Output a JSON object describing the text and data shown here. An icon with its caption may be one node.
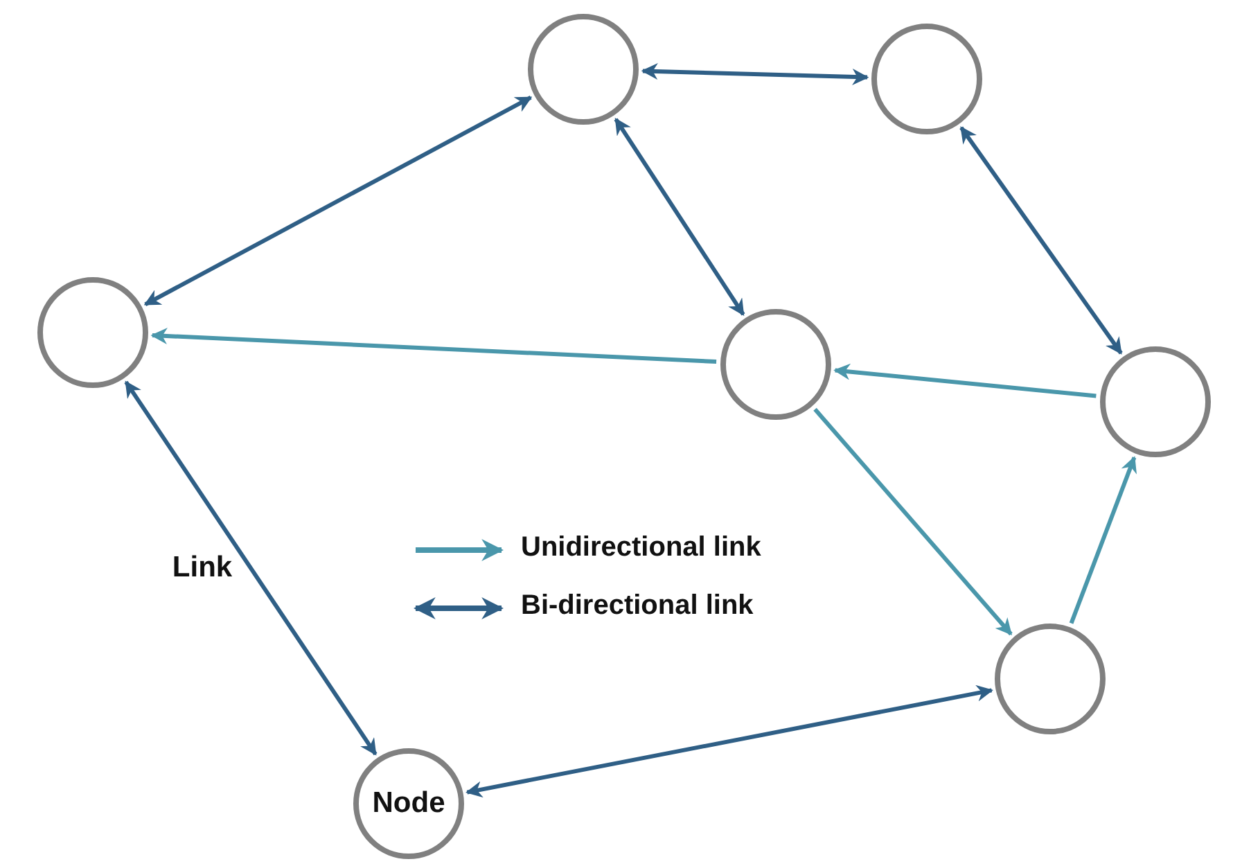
{
  "diagram": {
    "nodes": [
      {
        "text": [],
        "shape": "circle"
      },
      {
        "text": [],
        "shape": "circle"
      },
      {
        "text": [],
        "shape": "circle"
      },
      {
        "text": [],
        "shape": "circle"
      },
      {
        "text": [],
        "shape": "circle"
      },
      {
        "text": [],
        "shape": "circle"
      },
      {
        "text": [
          "Node"
        ]
      }
    ],
    "edges": [
      {
        "from": 0,
        "to": 2,
        "arrow": "both"
      },
      {
        "from": 0,
        "to": 1,
        "arrow": "both"
      },
      {
        "from": 0,
        "to": 3,
        "arrow": "both"
      },
      {
        "from": 1,
        "to": 4,
        "arrow": "both"
      },
      {
        "from": 3,
        "to": 2,
        "arrow": "to",
        "color": "#4a97ab"
      },
      {
        "from": 4,
        "to": 3,
        "arrow": "to",
        "color": "#4a97ab"
      },
      {
        "from": 3,
        "to": 5,
        "arrow": "to",
        "color": "#4a97ab"
      },
      {
        "from": 5,
        "to": 4,
        "arrow": "to",
        "color": "#4a97ab"
      },
      {
        "from": 5,
        "to": 6,
        "arrow": "both"
      },
      {
        "from": 2,
        "to": 6,
        "arrow": "both",
        "label": "Link"
      }
    ],
    "legend": [
      {
        "text": "Unidirectional link"
      },
      {
        "text": "Bi-directional link"
      }
    ]
  }
}
